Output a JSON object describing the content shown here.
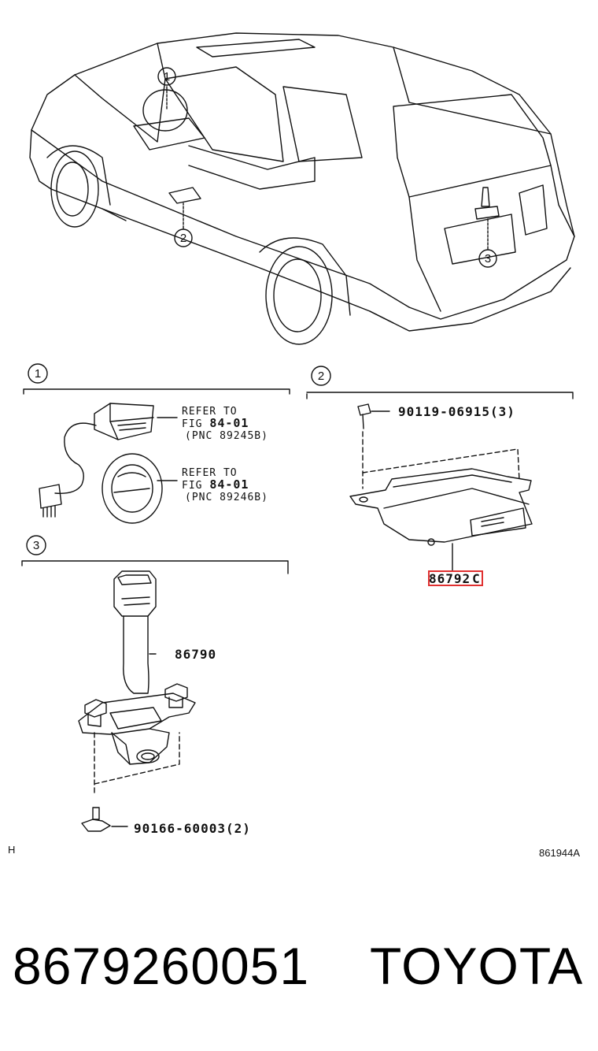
{
  "callouts": {
    "main_1": "1",
    "main_2": "2",
    "main_3": "3",
    "sec1": "1",
    "sec2": "2",
    "sec3": "3"
  },
  "section1": {
    "ref1_line1": "REFER TO",
    "ref1_line2_prefix": "FIG",
    "ref1_line2_num": "84-01",
    "ref1_line3": "(PNC 89245B)",
    "ref2_line1": "REFER TO",
    "ref2_line2_prefix": "FIG",
    "ref2_line2_num": "84-01",
    "ref2_line3": "(PNC 89246B)"
  },
  "section2": {
    "bolt_part": "90119-06915(3)",
    "ecu_part_highlight": "86792",
    "ecu_part_suffix": "C"
  },
  "section3": {
    "camera_part": "86790",
    "screw_part": "90166-60003(2)"
  },
  "corner": {
    "left": "H",
    "right": "861944A"
  },
  "footer": {
    "part_number": "8679260051",
    "brand": "TOYOTA"
  },
  "colors": {
    "line": "#111111",
    "highlight": "#e03030"
  }
}
